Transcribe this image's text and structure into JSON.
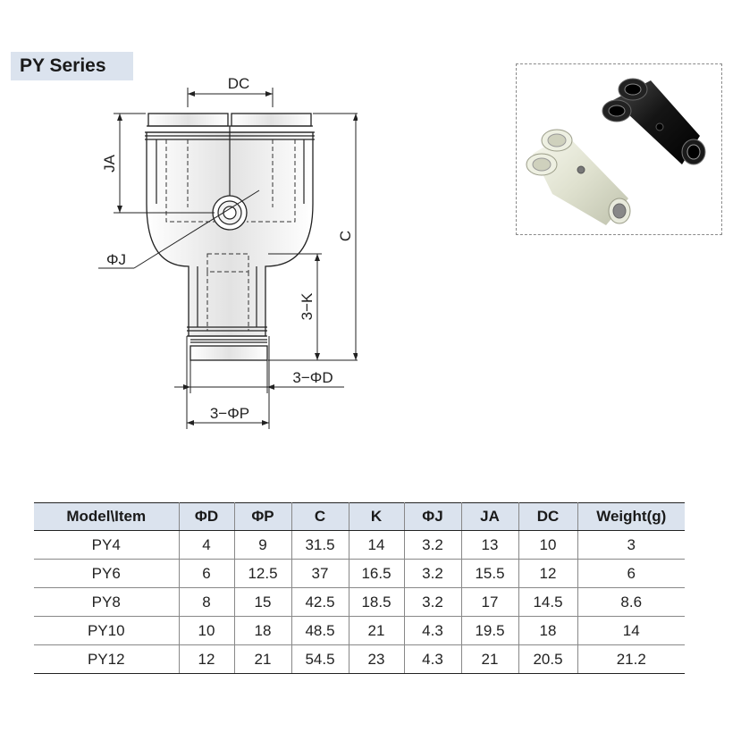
{
  "title": "PY Series",
  "dimension_labels": {
    "dc": "DC",
    "ja": "JA",
    "c": "C",
    "phi_j": "ΦJ",
    "k": "3−K",
    "phi_d": "3−ΦD",
    "phi_p": "3−ΦP"
  },
  "table": {
    "headers": [
      "Model\\Item",
      "ΦD",
      "ΦP",
      "C",
      "K",
      "ΦJ",
      "JA",
      "DC",
      "Weight(g)"
    ],
    "rows": [
      [
        "PY4",
        "4",
        "9",
        "31.5",
        "14",
        "3.2",
        "13",
        "10",
        "3"
      ],
      [
        "PY6",
        "6",
        "12.5",
        "37",
        "16.5",
        "3.2",
        "15.5",
        "12",
        "6"
      ],
      [
        "PY8",
        "8",
        "15",
        "42.5",
        "18.5",
        "3.2",
        "17",
        "14.5",
        "8.6"
      ],
      [
        "PY10",
        "10",
        "18",
        "48.5",
        "21",
        "4.3",
        "19.5",
        "18",
        "14"
      ],
      [
        "PY12",
        "12",
        "21",
        "54.5",
        "23",
        "4.3",
        "21",
        "20.5",
        "21.2"
      ]
    ]
  },
  "colors": {
    "header_bg": "#dbe3ee",
    "fitting_light": "#e4e6d6",
    "fitting_dark": "#1c1c1c"
  }
}
